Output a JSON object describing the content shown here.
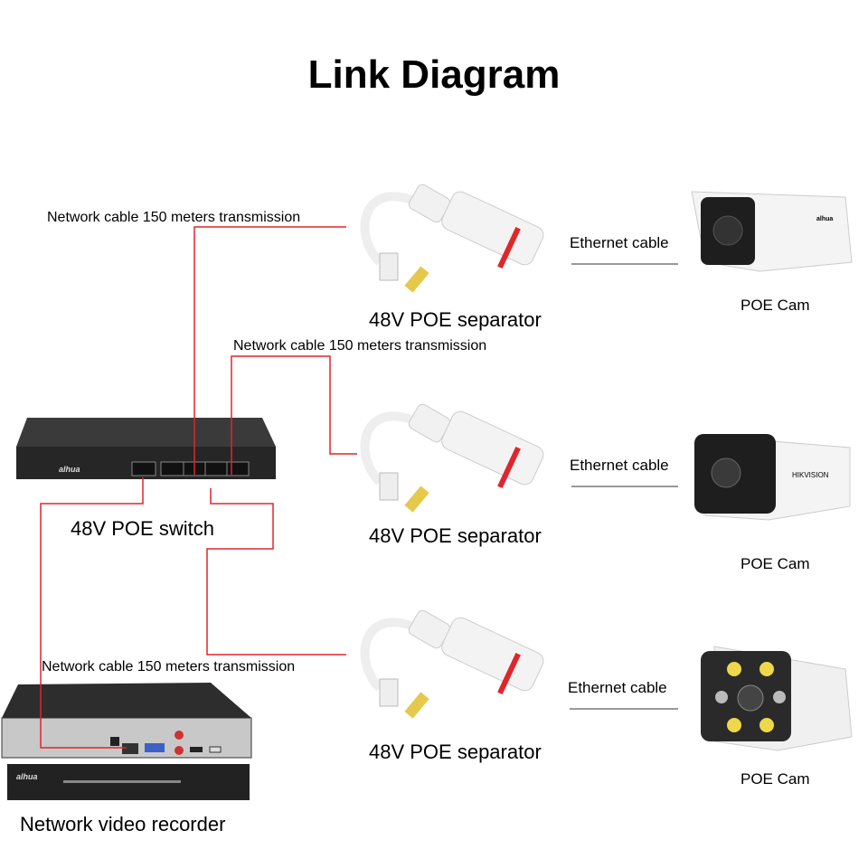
{
  "title": "Link Diagram",
  "cable_labels": [
    "Network cable 150 meters transmission",
    "Network cable 150 meters transmission",
    "Network cable 150 meters transmission"
  ],
  "separators": [
    "48V POE separator",
    "48V POE separator",
    "48V POE separator"
  ],
  "ethernet": [
    "Ethernet cable",
    "Ethernet cable",
    "Ethernet cable"
  ],
  "cameras": [
    "POE Cam",
    "POE Cam",
    "POE Cam"
  ],
  "switch": {
    "label": "48V POE switch",
    "brand": "alhua"
  },
  "nvr": {
    "label": "Network video recorder",
    "brand": "alhua"
  },
  "camera_brands": [
    "alhua",
    "HIKVISION"
  ],
  "colors": {
    "cable": "#e0252b",
    "device_dark": "#2a2a2a",
    "separator": "#f2f2f2",
    "separator_ring": "#e0252b"
  }
}
